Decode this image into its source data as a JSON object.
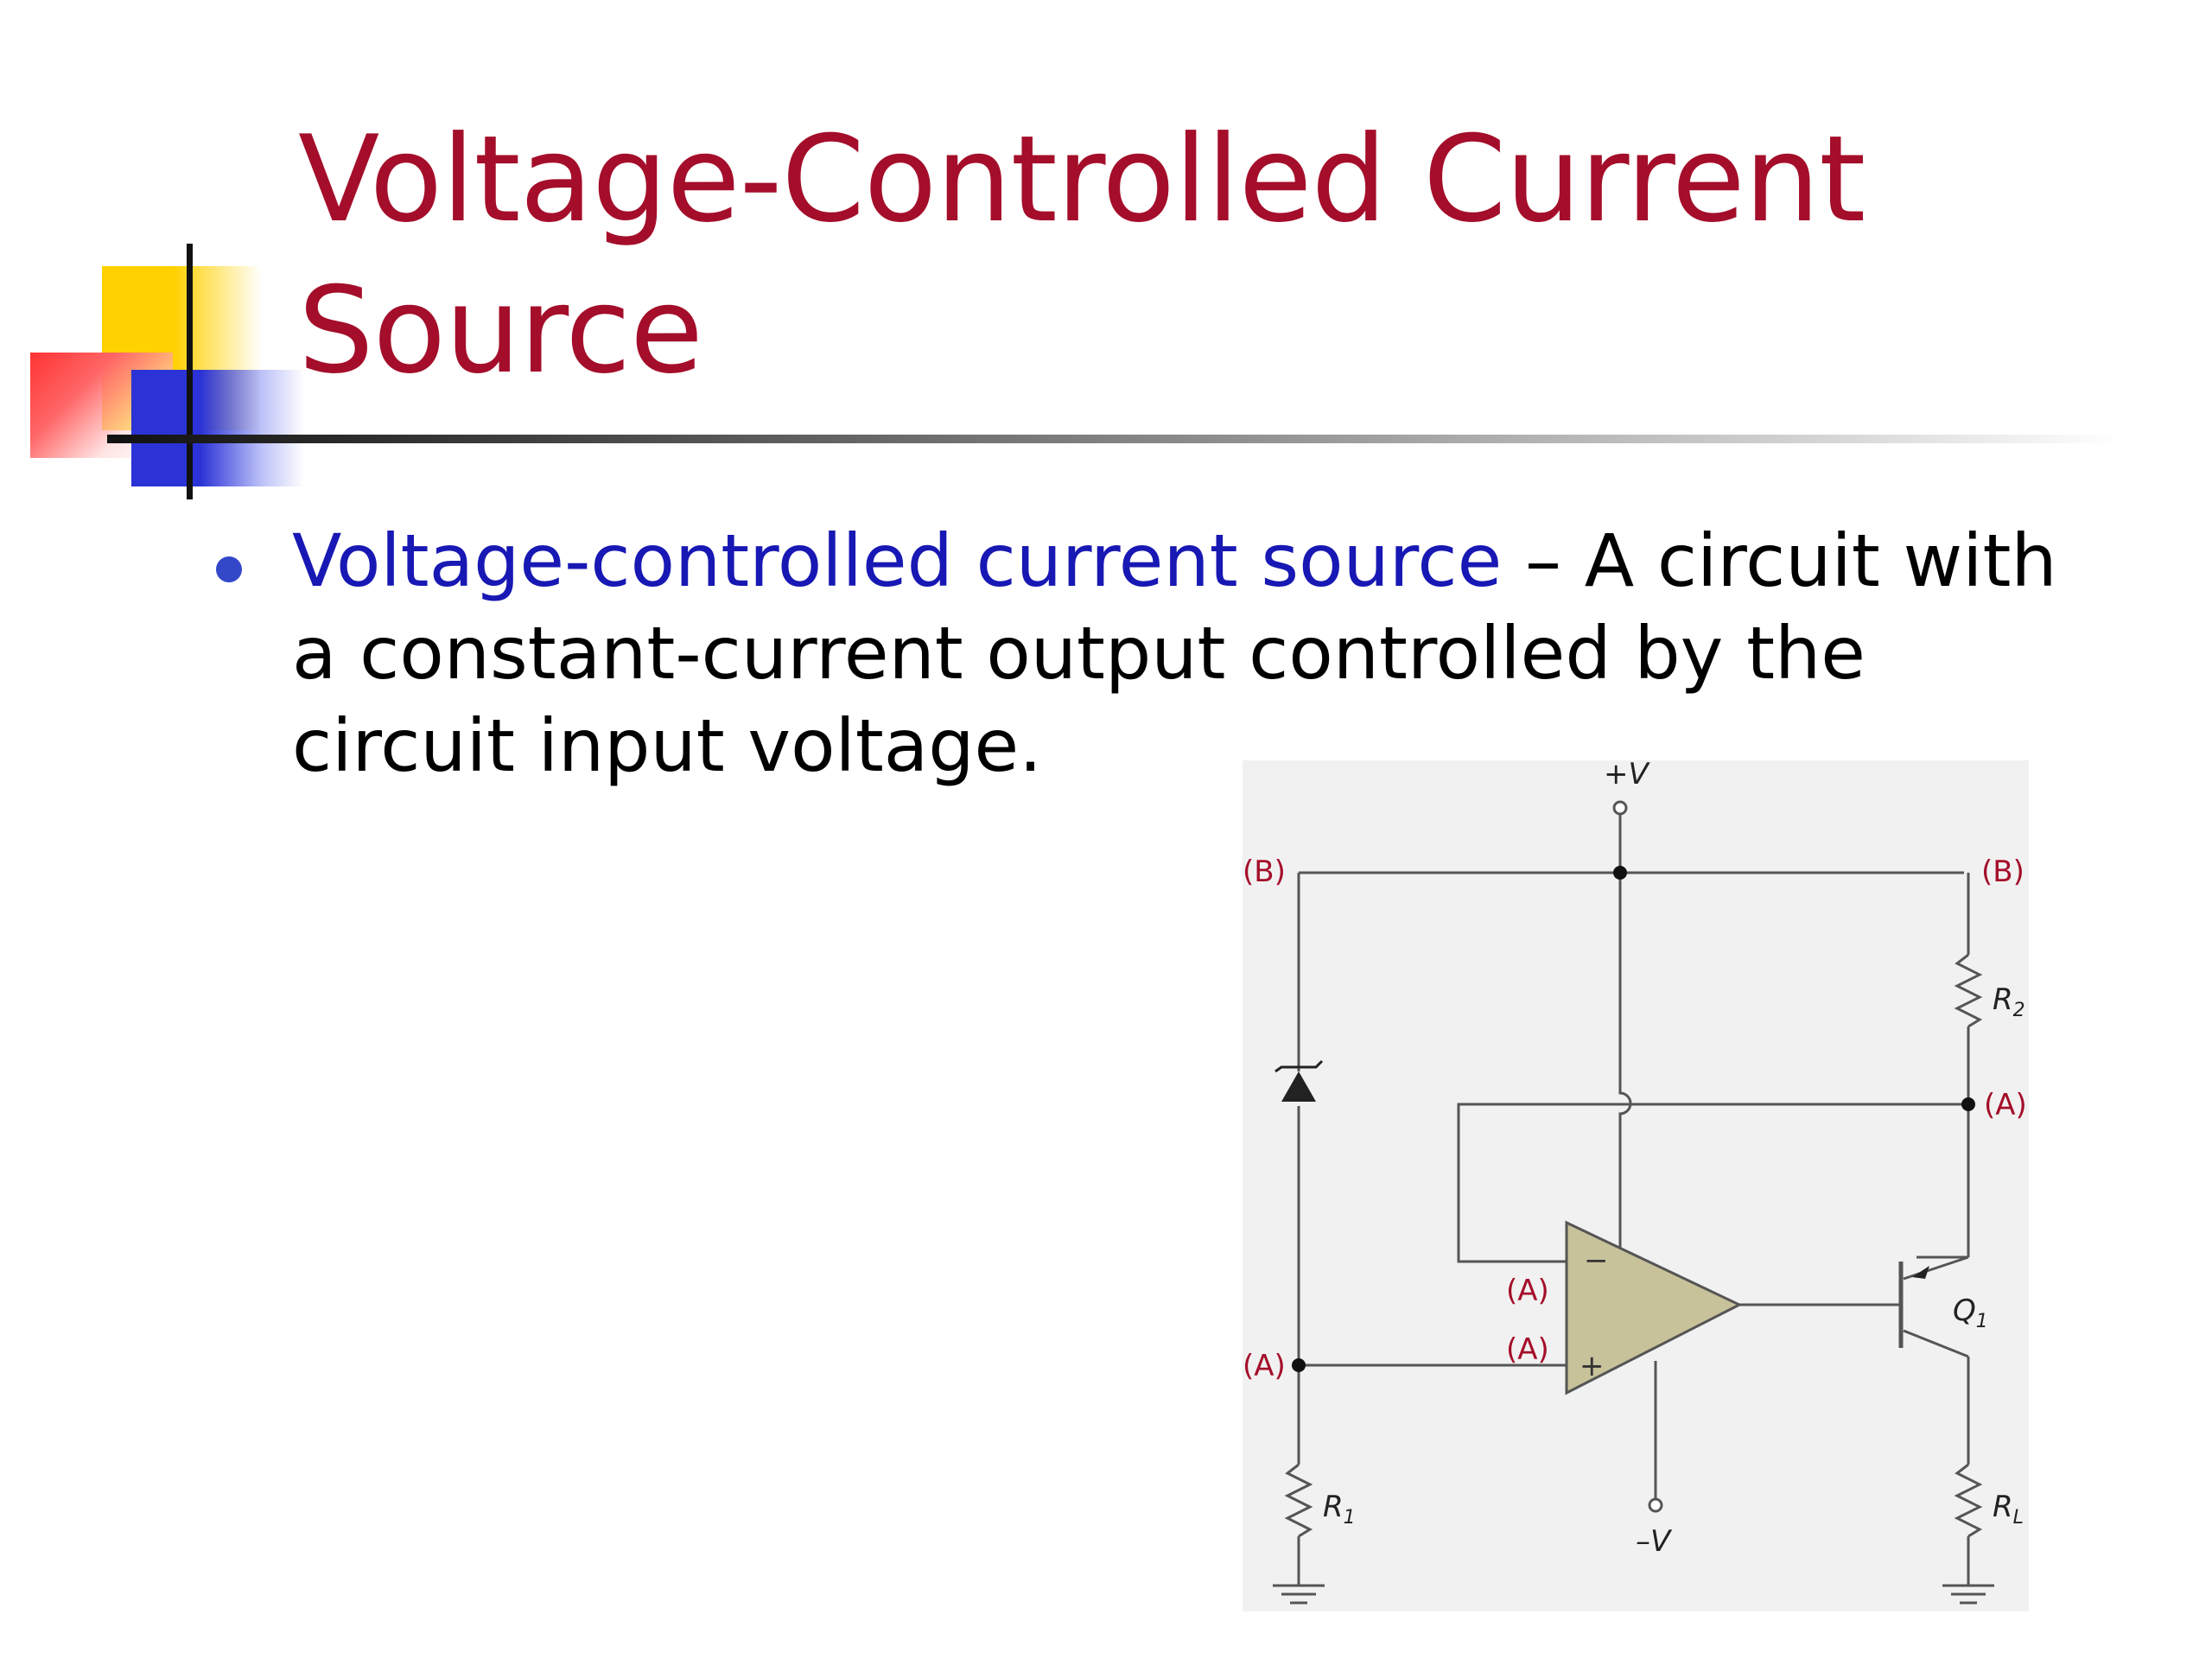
{
  "slide": {
    "title_line1": "Voltage-Controlled Current",
    "title_line2": "Source",
    "bullet": {
      "term": "Voltage-controlled current source",
      "separator": " – ",
      "definition": "A circuit with a constant-current output controlled by the circuit input voltage."
    }
  },
  "colors": {
    "title": "#a40e2a",
    "term": "#1818b4",
    "bullet_dot": "#3347c9",
    "node_label": "#a40e2a",
    "op_amp_fill": "#c8c29a"
  },
  "circuit": {
    "supply_pos": "+V",
    "supply_neg": "–V",
    "node_b_left": "(B)",
    "node_b_right": "(B)",
    "node_a_right": "(A)",
    "node_a_inv": "(A)",
    "node_a_noninv": "(A)",
    "node_a_left": "(A)",
    "r2_base": "R",
    "r2_sub": "2",
    "r1_base": "R",
    "r1_sub": "1",
    "rl_base": "R",
    "rl_sub": "L",
    "q1_base": "Q",
    "q1_sub": "1",
    "opamp_minus": "−",
    "opamp_plus": "+"
  }
}
